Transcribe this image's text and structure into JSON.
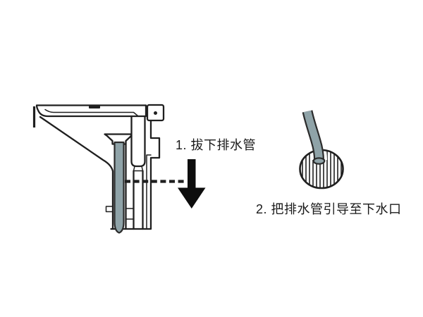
{
  "colors": {
    "background": "#ffffff",
    "line": "#1f1f1f",
    "hose_fill": "#8fa3a8",
    "hose_outline": "#2b2b2b",
    "arrow": "#0d0d0d",
    "text": "#1a1a1a"
  },
  "steps": [
    {
      "label": "1. 拔下排水管"
    },
    {
      "label": "2. 把排水管引导至下水口"
    }
  ],
  "illustrations": {
    "machine": "appliance-side-view-with-drain-hose",
    "outlet": "floor-drain-outlet-with-hose-inserted"
  }
}
